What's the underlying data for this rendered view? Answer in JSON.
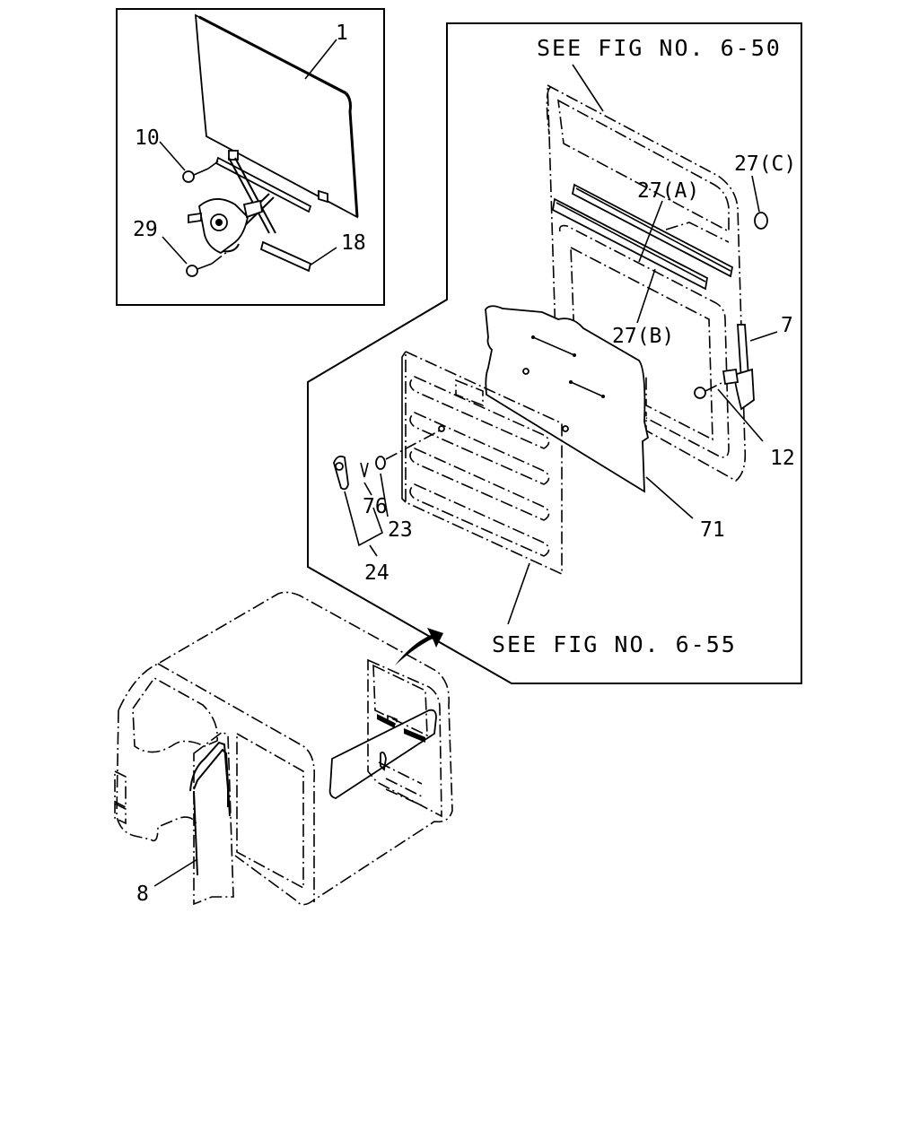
{
  "references": {
    "upper": "SEE FIG NO. 6-50",
    "lower": "SEE FIG NO. 6-55"
  },
  "callouts": {
    "c1": "1",
    "c10": "10",
    "c29": "29",
    "c18": "18",
    "c27c": "27(C)",
    "c27a": "27(A)",
    "c27b": "27(B)",
    "c7": "7",
    "c12": "12",
    "c71": "71",
    "c76": "76",
    "c23": "23",
    "c24": "24",
    "c8": "8"
  }
}
